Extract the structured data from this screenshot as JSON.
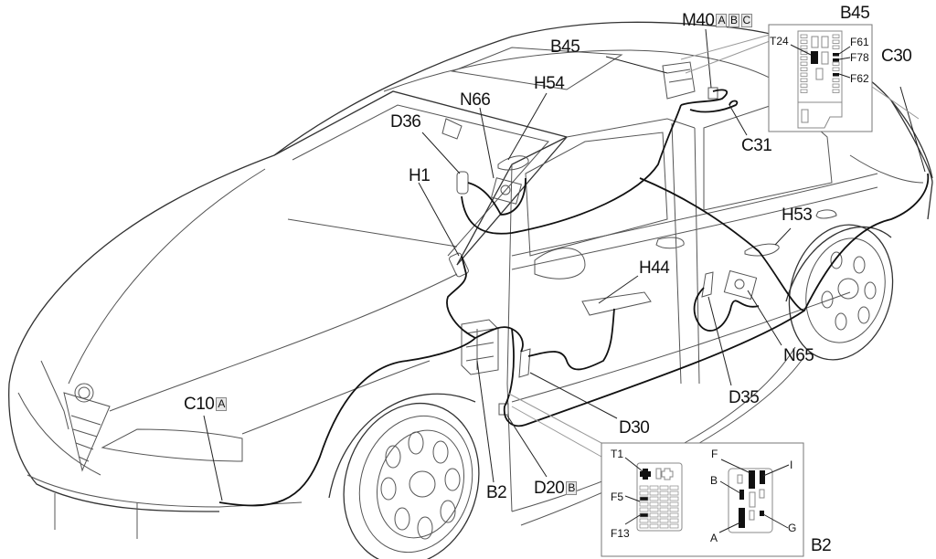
{
  "diagram": {
    "subject": "Car wiring harness component locations",
    "components": [
      {
        "id": "M40",
        "code": "M40",
        "variants": [
          "A",
          "B",
          "C"
        ]
      },
      {
        "id": "B45",
        "code": "B45"
      },
      {
        "id": "B45-inset",
        "code": "B45"
      },
      {
        "id": "C30",
        "code": "C30"
      },
      {
        "id": "H54",
        "code": "H54"
      },
      {
        "id": "N66",
        "code": "N66"
      },
      {
        "id": "D36",
        "code": "D36"
      },
      {
        "id": "C31",
        "code": "C31"
      },
      {
        "id": "H1",
        "code": "H1"
      },
      {
        "id": "H53",
        "code": "H53"
      },
      {
        "id": "H44",
        "code": "H44"
      },
      {
        "id": "N65",
        "code": "N65"
      },
      {
        "id": "D35",
        "code": "D35"
      },
      {
        "id": "C10",
        "code": "C10",
        "variants": [
          "A"
        ]
      },
      {
        "id": "D30",
        "code": "D30"
      },
      {
        "id": "B2",
        "code": "B2"
      },
      {
        "id": "D20",
        "code": "D20",
        "variants": [
          "B"
        ]
      },
      {
        "id": "B2-inset",
        "code": "B2"
      }
    ],
    "insets": {
      "b45": {
        "title": "B45",
        "callouts": {
          "t24": "T24",
          "f61": "F61",
          "f78": "F78",
          "f62": "F62"
        }
      },
      "b2": {
        "title": "B2",
        "fusebox_callouts": {
          "t1": "T1",
          "f5": "F5",
          "f13": "F13"
        },
        "connector_callouts": {
          "f": "F",
          "b": "B",
          "a": "A",
          "i": "I",
          "g": "G"
        }
      }
    }
  }
}
